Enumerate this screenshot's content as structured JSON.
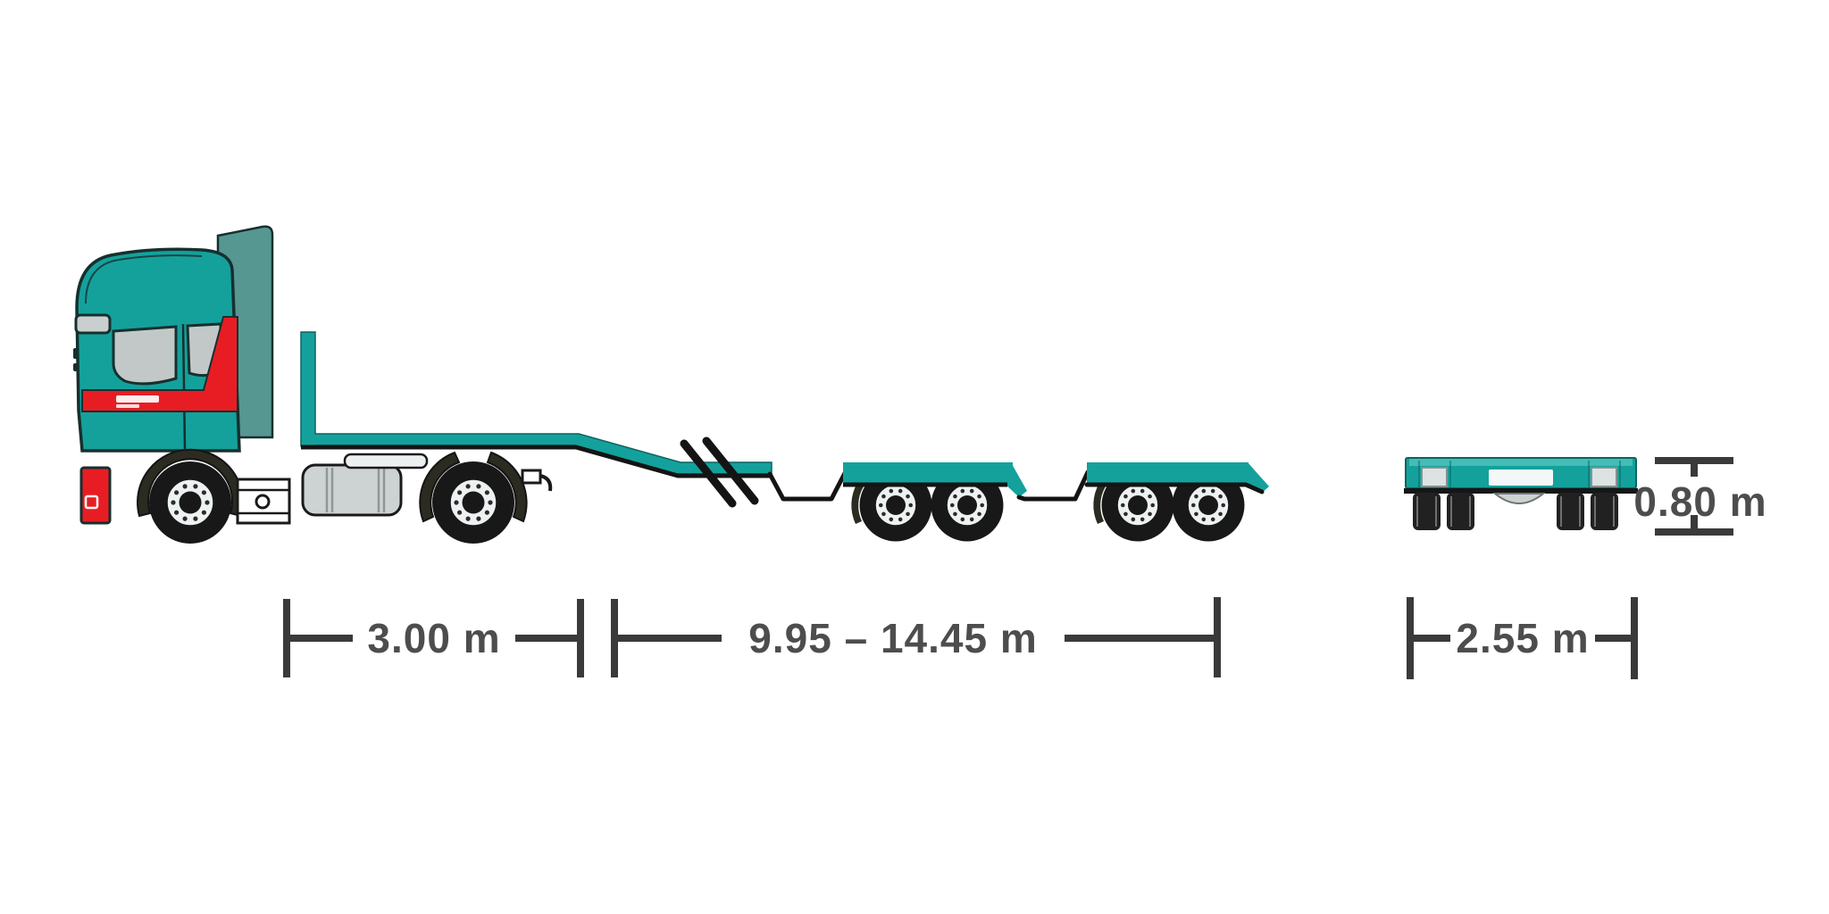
{
  "figure": {
    "description": "Dimension diagram of a low-loader semi-trailer truck: side view of tractor with extendable low-bed trailer and rear cross-section view",
    "views": {
      "side_view": "tractor with gooseneck low-bed trailer, extendable deck (break marks), two tandem-axle bogies",
      "rear_view": "trailer cross-section with four tires"
    },
    "colors": {
      "vehicle_teal": "#14A19C",
      "vehicle_teal_dark": "#579792",
      "accent_red": "#E81D24",
      "window_gray": "#C2C8C8",
      "tank_gray": "#CDD3D3",
      "wheel_black": "#181818",
      "dimension_line": "#3A3A3A",
      "dimension_text": "#4D4D4D"
    },
    "dimension_labels": {
      "tractor_length": "3.00 m",
      "loading_length": "9.95 – 14.45 m",
      "overall_width": "2.55 m",
      "loading_height": "0.80 m"
    },
    "dimension_values": {
      "tractor_length_m": 3.0,
      "loading_length_min_m": 9.95,
      "loading_length_max_m": 14.45,
      "overall_width_m": 2.55,
      "loading_height_m": 0.8
    },
    "unit": "m"
  }
}
